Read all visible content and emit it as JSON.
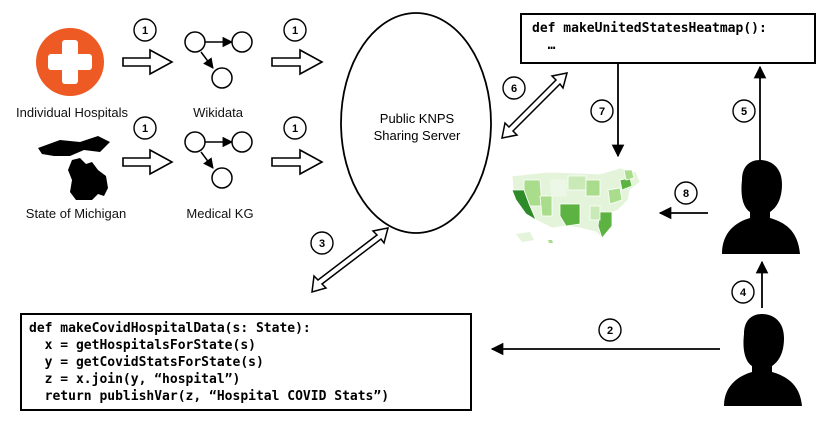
{
  "sources": {
    "hospitals_label": "Individual Hospitals",
    "michigan_label": "State of Michigan"
  },
  "graphs": {
    "wikidata_label": "Wikidata",
    "medical_kg_label": "Medical KG"
  },
  "server": {
    "line1": "Public KNPS",
    "line2": "Sharing Server"
  },
  "code_top": {
    "lines": [
      "def makeUnitedStatesHeatmap():",
      "  …"
    ]
  },
  "code_bottom": {
    "lines": [
      "def makeCovidHospitalData(s: State):",
      "  x = getHospitalsForState(s)",
      "  y = getCovidStatsForState(s)",
      "  z = x.join(y, “hospital”)",
      "  return publishVar(z, “Hospital COVID Stats”)"
    ]
  },
  "badges": {
    "b1a": "1",
    "b1b": "1",
    "b1c": "1",
    "b1d": "1",
    "b2": "2",
    "b3": "3",
    "b4": "4",
    "b5": "5",
    "b6": "6",
    "b7": "7",
    "b8": "8"
  },
  "colors": {
    "hospital_red": "#ee5a24",
    "map_light": "#e4f4da",
    "map_mid": "#a9dd8c",
    "map_dark": "#5db342",
    "map_darkest": "#2f8a2a"
  },
  "icons": [
    "hospital-cross-icon",
    "michigan-map-icon",
    "person-silhouette-icon",
    "us-heatmap-icon"
  ]
}
